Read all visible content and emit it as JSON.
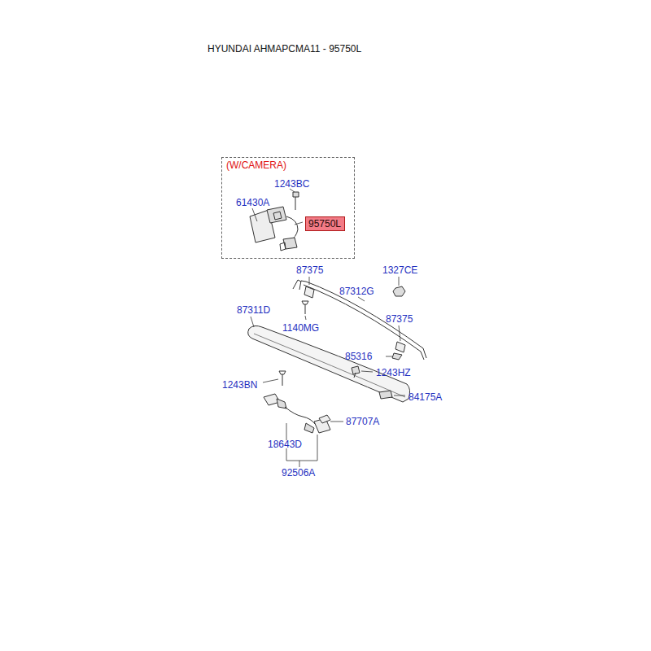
{
  "diagram": {
    "title": "HYUNDAI AHMAPCMA11 - 95750L",
    "nodes": [
      {
        "text": [
          "(W/CAMERA)"
        ]
      },
      {
        "text": [
          "95750L"
        ],
        "in": 0
      }
    ],
    "labels": [
      "1243BC",
      "61430A",
      "87375",
      "1327CE",
      "87312G",
      "87311D",
      "87375",
      "1140MG",
      "85316",
      "1243HZ",
      "1243BN",
      "84175A",
      "87707A",
      "18643D",
      "92506A"
    ]
  }
}
